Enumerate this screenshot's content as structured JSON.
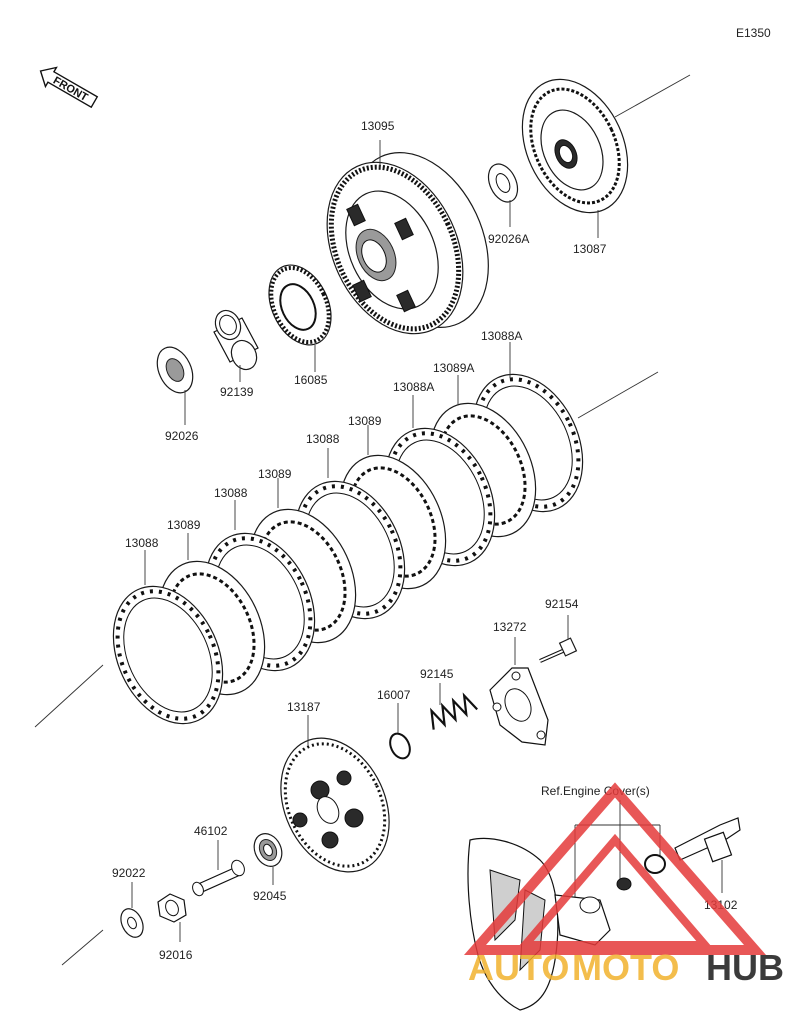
{
  "diagram_code": "E1350",
  "front_label": "FRONT",
  "reference_note": "Ref.Engine Cover(s)",
  "watermark": {
    "prefix": "AUTO",
    "middle": "MOTO",
    "suffix": "HUB",
    "colors": {
      "prefix": "#f2b22d",
      "middle": "#f2b22d",
      "suffix": "#1a1a1a",
      "triangle": "#e53a3a"
    }
  },
  "parts": {
    "p13095": "13095",
    "p13087": "13087",
    "p92026A": "92026A",
    "p16085": "16085",
    "p92139": "92139",
    "p92026": "92026",
    "p13088A_1": "13088A",
    "p13089A": "13089A",
    "p13088A_2": "13088A",
    "p13089_1": "13089",
    "p13088_1": "13088",
    "p13089_2": "13089",
    "p13088_2": "13088",
    "p13089_3": "13089",
    "p13088_3": "13088",
    "p92154": "92154",
    "p13272": "13272",
    "p92145": "92145",
    "p16007": "16007",
    "p13187": "13187",
    "p46102": "46102",
    "p92045": "92045",
    "p92022": "92022",
    "p92016": "92016",
    "p13102": "13102"
  }
}
